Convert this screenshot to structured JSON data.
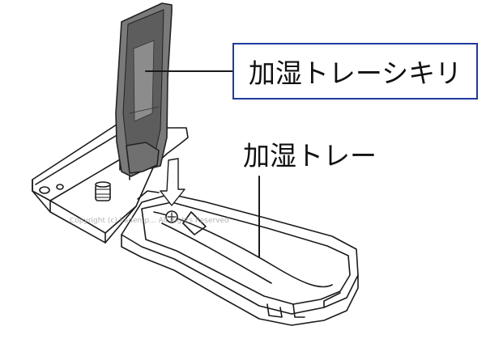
{
  "labels": {
    "partition": "加湿トレーシキリ",
    "tray": "加湿トレー"
  },
  "watermark": "Copyright (c) kaden-p... All Rights Reserved",
  "colors": {
    "callout_border": "#1f3a9e",
    "line": "#1a1a1a",
    "partition_fill": "#6e6e6e"
  }
}
